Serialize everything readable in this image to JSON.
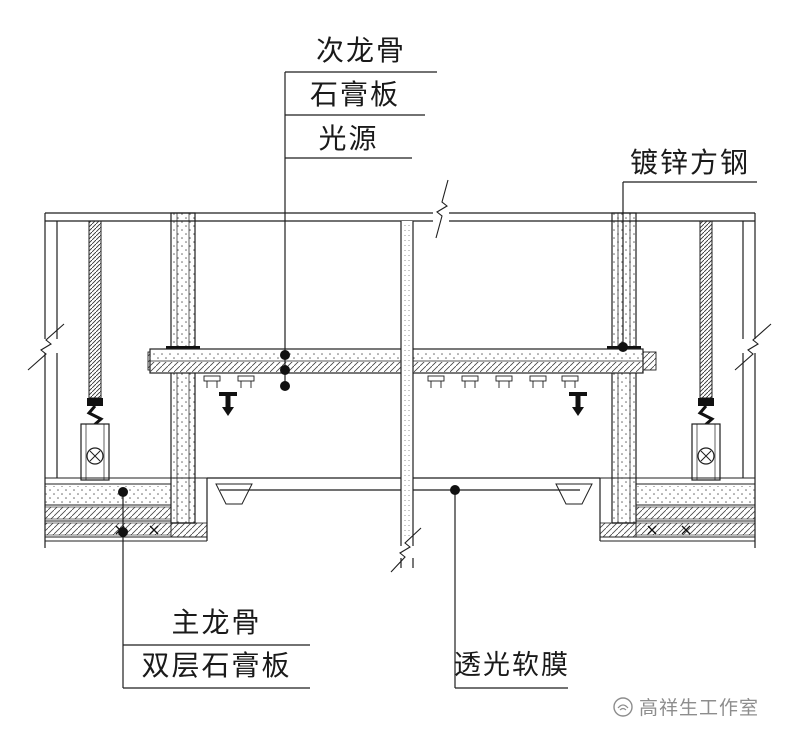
{
  "labels": {
    "secondary_keel": "次龙骨",
    "gypsum_board": "石膏板",
    "light_source": "光源",
    "galvanized_square_steel": "镀锌方钢",
    "main_keel": "主龙骨",
    "double_layer_gypsum_board": "双层石膏板",
    "translucent_soft_membrane": "透光软膜"
  },
  "watermark": {
    "studio_name": "高祥生工作室"
  },
  "colors": {
    "line": "#1f1f1f",
    "dark_fill": "#111111",
    "watermark": "#8d8d8d",
    "background": "#ffffff"
  }
}
